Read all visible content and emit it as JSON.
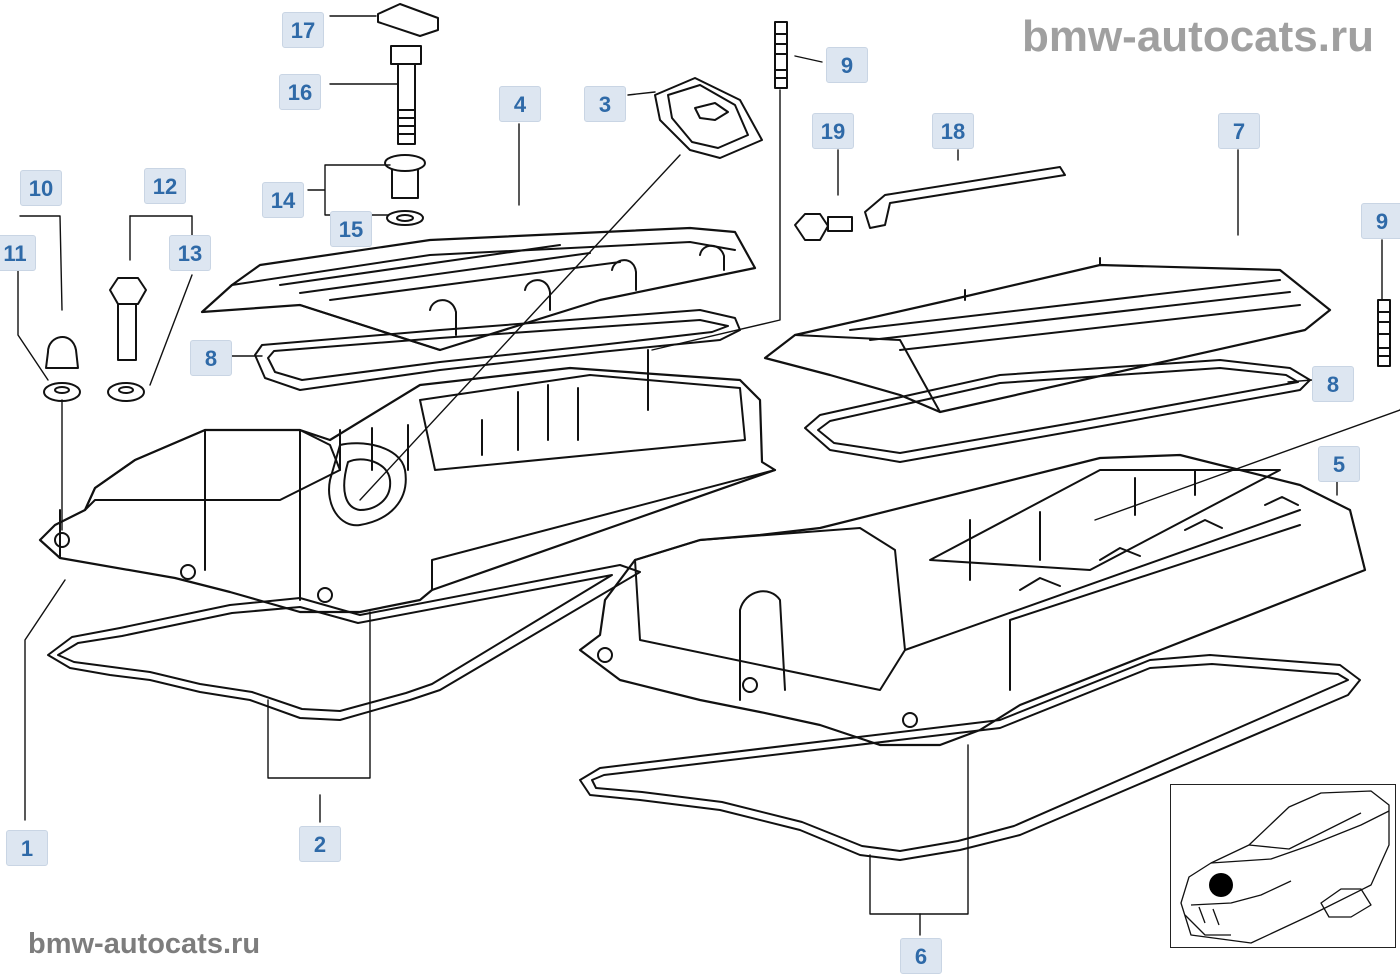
{
  "watermarks": {
    "top": "bmw-autocats.ru",
    "bottom": "bmw-autocats.ru"
  },
  "callouts": [
    {
      "id": "c17",
      "label": "17"
    },
    {
      "id": "c16",
      "label": "16"
    },
    {
      "id": "c14",
      "label": "14"
    },
    {
      "id": "c15",
      "label": "15"
    },
    {
      "id": "c4",
      "label": "4"
    },
    {
      "id": "c3",
      "label": "3"
    },
    {
      "id": "c9a",
      "label": "9"
    },
    {
      "id": "c19",
      "label": "19"
    },
    {
      "id": "c18",
      "label": "18"
    },
    {
      "id": "c7",
      "label": "7"
    },
    {
      "id": "c9b",
      "label": "9"
    },
    {
      "id": "c10",
      "label": "10"
    },
    {
      "id": "c12",
      "label": "12"
    },
    {
      "id": "c11",
      "label": "11"
    },
    {
      "id": "c13",
      "label": "13"
    },
    {
      "id": "c8a",
      "label": "8"
    },
    {
      "id": "c8b",
      "label": "8"
    },
    {
      "id": "c5",
      "label": "5"
    },
    {
      "id": "c1",
      "label": "1"
    },
    {
      "id": "c2",
      "label": "2"
    },
    {
      "id": "c6",
      "label": "6"
    }
  ],
  "colors": {
    "callout_bg": "#dde6f1",
    "callout_text": "#2f6aa8",
    "line": "#111111",
    "watermark": "#9a9a9a"
  }
}
